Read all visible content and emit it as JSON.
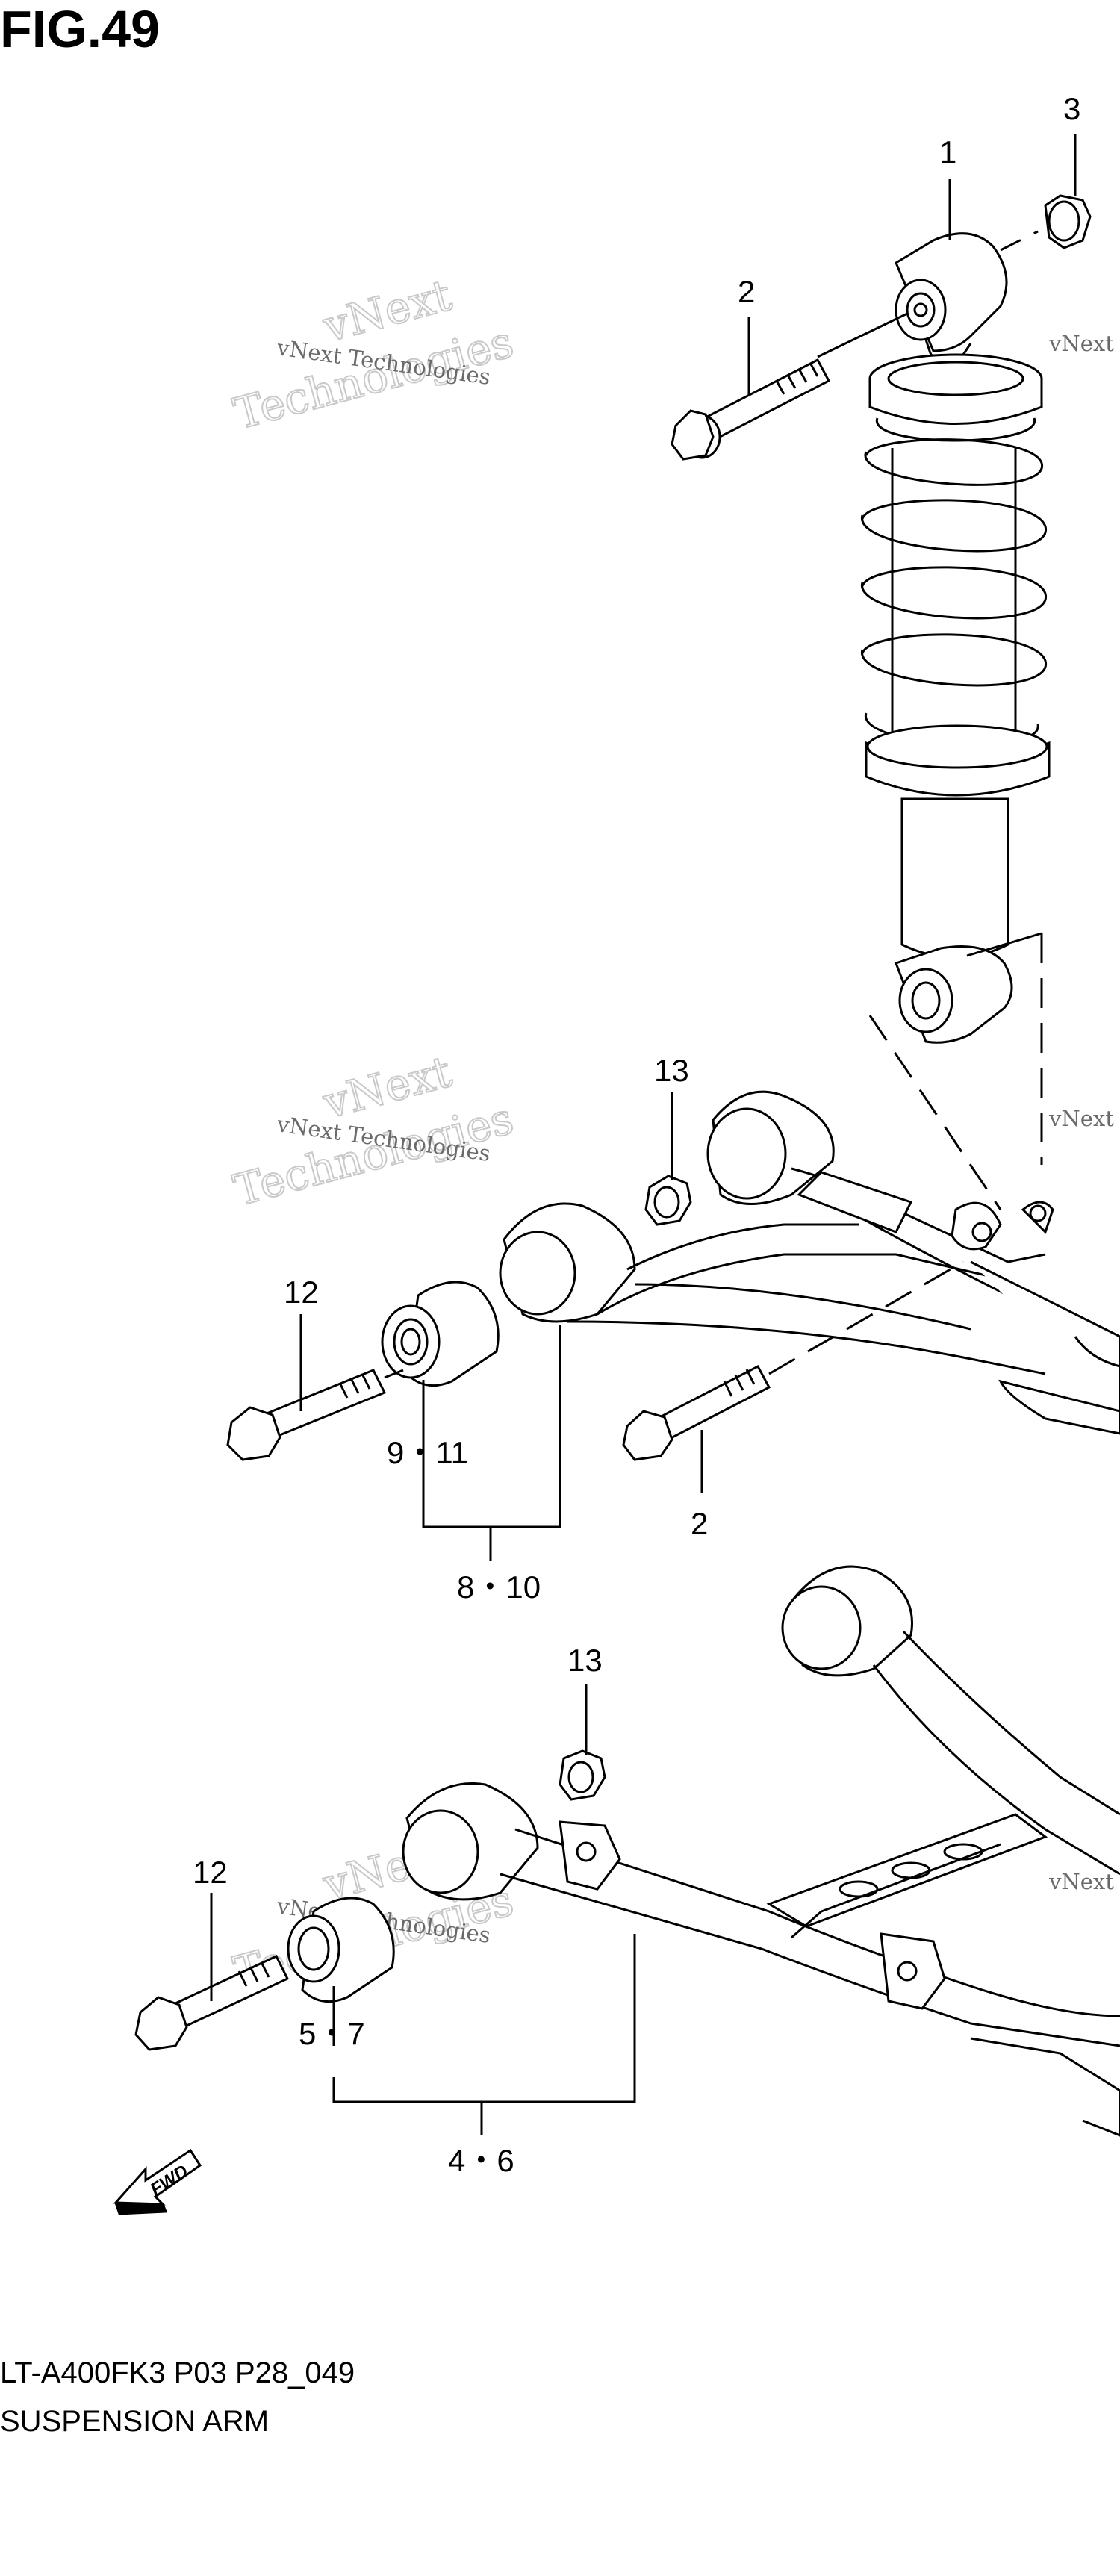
{
  "figure": {
    "title": "FIG.49",
    "code": "LT-A400FK3 P03 P28_049",
    "name": "SUSPENSION ARM"
  },
  "watermark": {
    "line1": "vNext",
    "line2": "Technologies",
    "small_text": "vNext Technologies"
  },
  "callouts": {
    "c1": "1",
    "c2_top": "2",
    "c3": "3",
    "c13_upper": "13",
    "c12_upper": "12",
    "c9_11": "9・11",
    "c2_mid": "2",
    "c8_10": "8・10",
    "c13_lower": "13",
    "c12_lower": "12",
    "c5_7": "5・7",
    "c4_6": "4・6"
  },
  "direction_arrow": "FWD",
  "colors": {
    "ink": "#000000",
    "watermark": "#c9c9c9",
    "paper": "#ffffff"
  }
}
